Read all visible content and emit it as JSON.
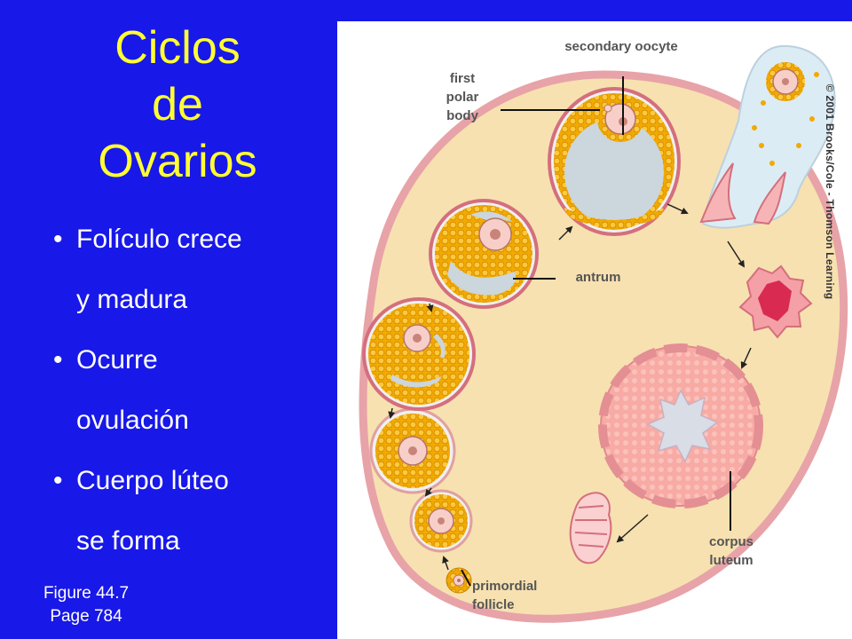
{
  "slide": {
    "title_lines": [
      "Ciclos",
      "de",
      "Ovarios"
    ],
    "bullets": [
      {
        "line1": "Folículo crece",
        "line2": "y madura"
      },
      {
        "line1": "Ocurre",
        "line2": "ovulación"
      },
      {
        "line1": "Cuerpo lúteo",
        "line2": "se forma"
      }
    ],
    "figure_ref": {
      "figure": "Figure 44.7",
      "page": "Page 784"
    }
  },
  "diagram": {
    "labels": {
      "secondary_oocyte": "secondary oocyte",
      "first_polar_body": [
        "first",
        "polar",
        "body"
      ],
      "antrum": "antrum",
      "corpus_luteum": [
        "corpus",
        "luteum"
      ],
      "primordial_follicle": [
        "primordial",
        "follicle"
      ]
    },
    "copyright": "© 2001 Brooks/Cole - Thomson Learning",
    "colors": {
      "slide_background": "#1818e8",
      "title": "#ffff33",
      "ovary_tissue": "#f7e1b0",
      "ovary_outline": "#e7a3a8",
      "granulosa": "#f2a900",
      "oocyte": "#f8cfc8",
      "antrum_fluid": "#cbd6dd",
      "corpus_luteum": "#f7a6a2",
      "corpus_hemorrhagicum": "#d92a52"
    }
  }
}
